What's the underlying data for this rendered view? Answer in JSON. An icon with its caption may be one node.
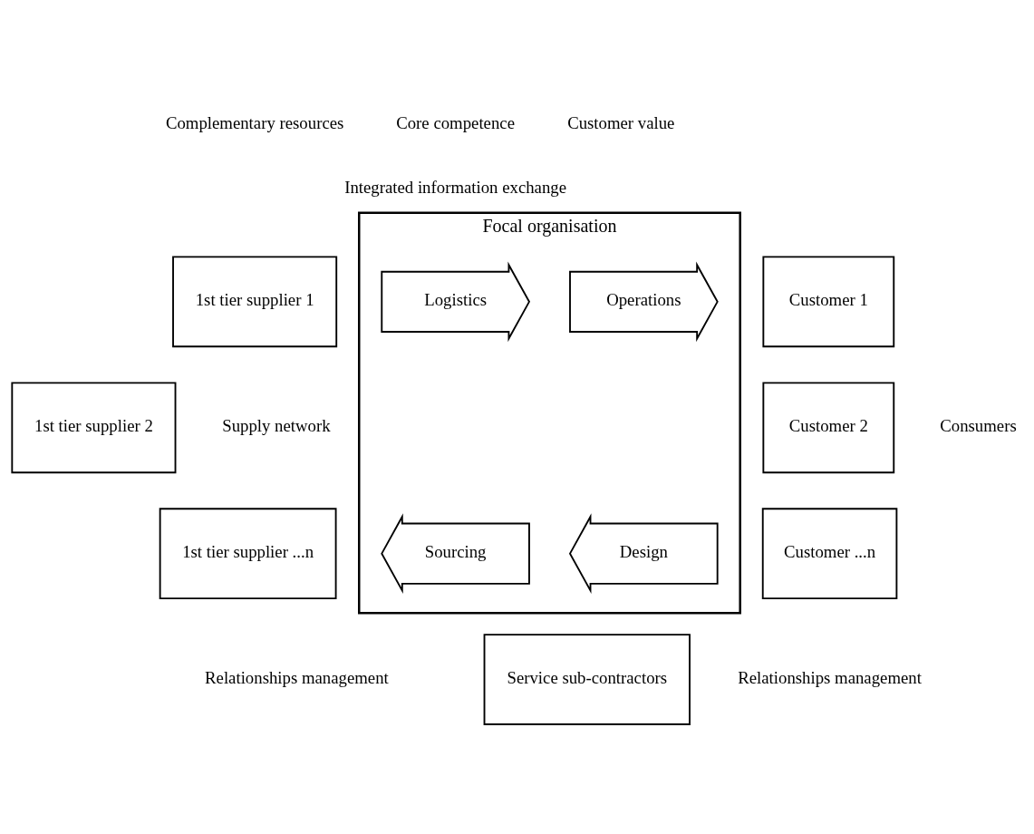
{
  "diagram": {
    "nodes": [
      {
        "text": [
          "1st tier supplier 1"
        ]
      },
      {
        "text": [
          "1st tier supplier 2"
        ]
      },
      {
        "text": [
          "1st tier supplier ...n"
        ]
      },
      {
        "text": [
          "Focal organisation"
        ]
      },
      {
        "text": [
          "Logistics"
        ],
        "in": 3
      },
      {
        "text": [
          "Operations"
        ],
        "in": 3
      },
      {
        "text": [
          "Sourcing"
        ],
        "in": 3
      },
      {
        "text": [
          "Design"
        ],
        "in": 3
      },
      {
        "text": [
          "Customer 1"
        ]
      },
      {
        "text": [
          "Customer 2"
        ]
      },
      {
        "text": [
          "Customer ...n"
        ]
      },
      {
        "text": [
          "Service sub-contractors"
        ]
      }
    ],
    "labels": [
      "Complementary resources",
      "Core competence",
      "Customer value",
      "Integrated information exchange",
      "Supply network",
      "Consumers",
      "Relationships management",
      "Relationships management"
    ]
  }
}
